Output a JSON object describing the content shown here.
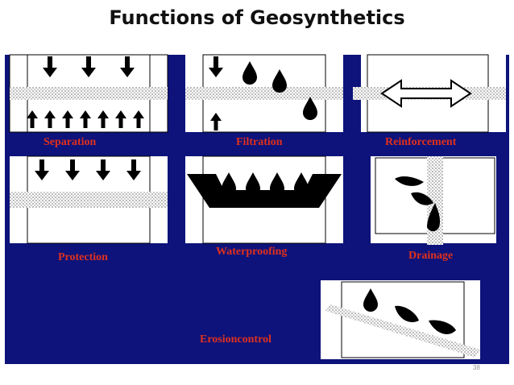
{
  "slide": {
    "title": "Functions of Geosynthetics",
    "page_number": "38"
  },
  "colors": {
    "background": "#0d137a",
    "label": "#e0301e",
    "panel": "#ffffff",
    "ink": "#000000"
  },
  "functions": [
    {
      "key": "separation",
      "label": "Separation",
      "icon": "separation-diagram"
    },
    {
      "key": "filtration",
      "label": "Filtration",
      "icon": "filtration-diagram"
    },
    {
      "key": "reinforcement",
      "label": "Reinforcement",
      "icon": "reinforcement-diagram"
    },
    {
      "key": "protection",
      "label": "Protection",
      "icon": "protection-diagram"
    },
    {
      "key": "waterproofing",
      "label": "Waterproofing",
      "icon": "waterproofing-diagram"
    },
    {
      "key": "drainage",
      "label": "Drainage",
      "icon": "drainage-diagram"
    },
    {
      "key": "erosion",
      "label": "Erosioncontrol",
      "icon": "erosion-control-diagram"
    }
  ]
}
